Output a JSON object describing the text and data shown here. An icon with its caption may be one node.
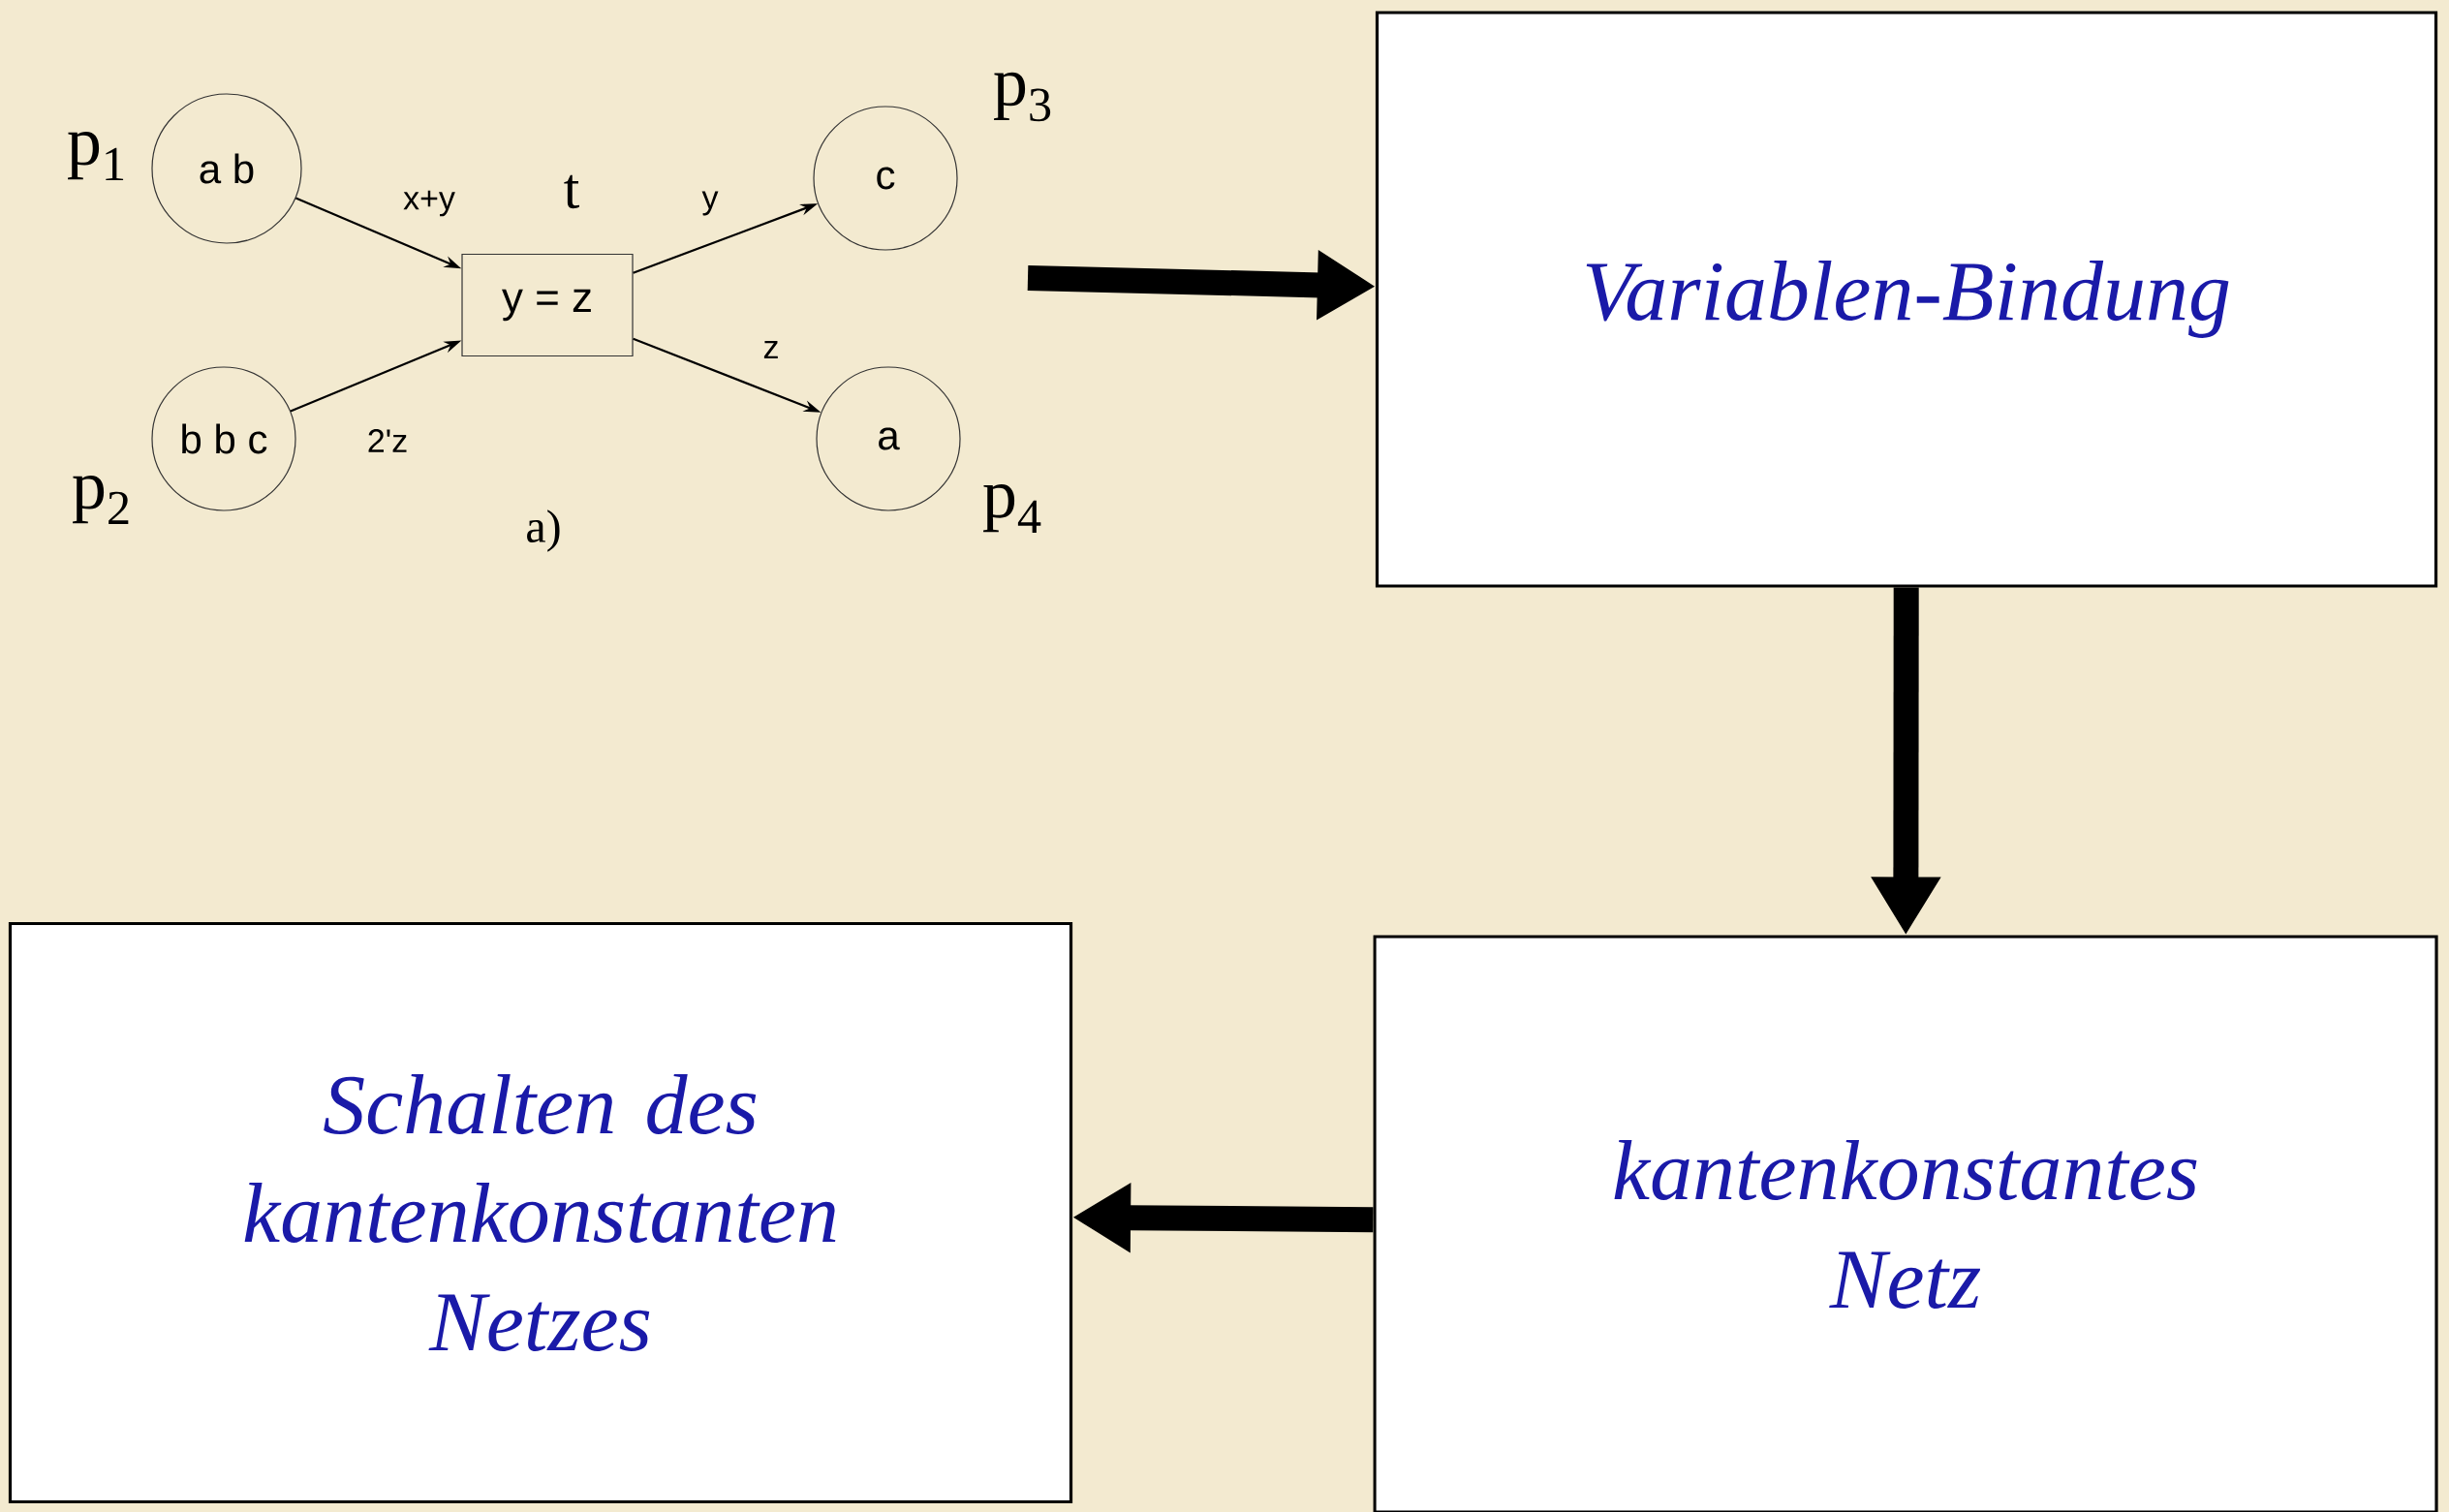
{
  "diagram": {
    "nodes": [
      {
        "text": [
          "a b"
        ],
        "beside": [
          "p$_{1}$"
        ]
      },
      {
        "text": [
          "b b c"
        ],
        "beside": [
          "p$_{2}$"
        ]
      },
      {
        "text": [
          "y = z"
        ],
        "beside": [
          "t"
        ]
      },
      {
        "text": [
          "c"
        ],
        "beside": [
          "p$_{3}$"
        ]
      },
      {
        "text": [
          "a"
        ],
        "beside": [
          "p$_{4}$"
        ]
      },
      {
        "text": [
          "Variablen-Bindung"
        ]
      },
      {
        "text": [
          "Schalten des kantenkonstanten Netzes"
        ]
      },
      {
        "text": [
          "kantenkonstantes Netz"
        ]
      }
    ],
    "edges": [
      {
        "from": 0,
        "to": 2,
        "arrow": "to",
        "label": "x+y"
      },
      {
        "from": 1,
        "to": 2,
        "arrow": "to",
        "label": "2'z"
      },
      {
        "from": 2,
        "to": 3,
        "arrow": "to",
        "label": "y"
      },
      {
        "from": 2,
        "to": 4,
        "arrow": "to",
        "label": "z"
      },
      {
        "from": null,
        "to": 5,
        "arrow": "to",
        "style": "thick"
      },
      {
        "from": 5,
        "to": 7,
        "arrow": "to",
        "style": "thick"
      },
      {
        "from": 7,
        "to": 6,
        "arrow": "to",
        "style": "thick"
      }
    ],
    "labels": [
      "a)"
    ]
  }
}
